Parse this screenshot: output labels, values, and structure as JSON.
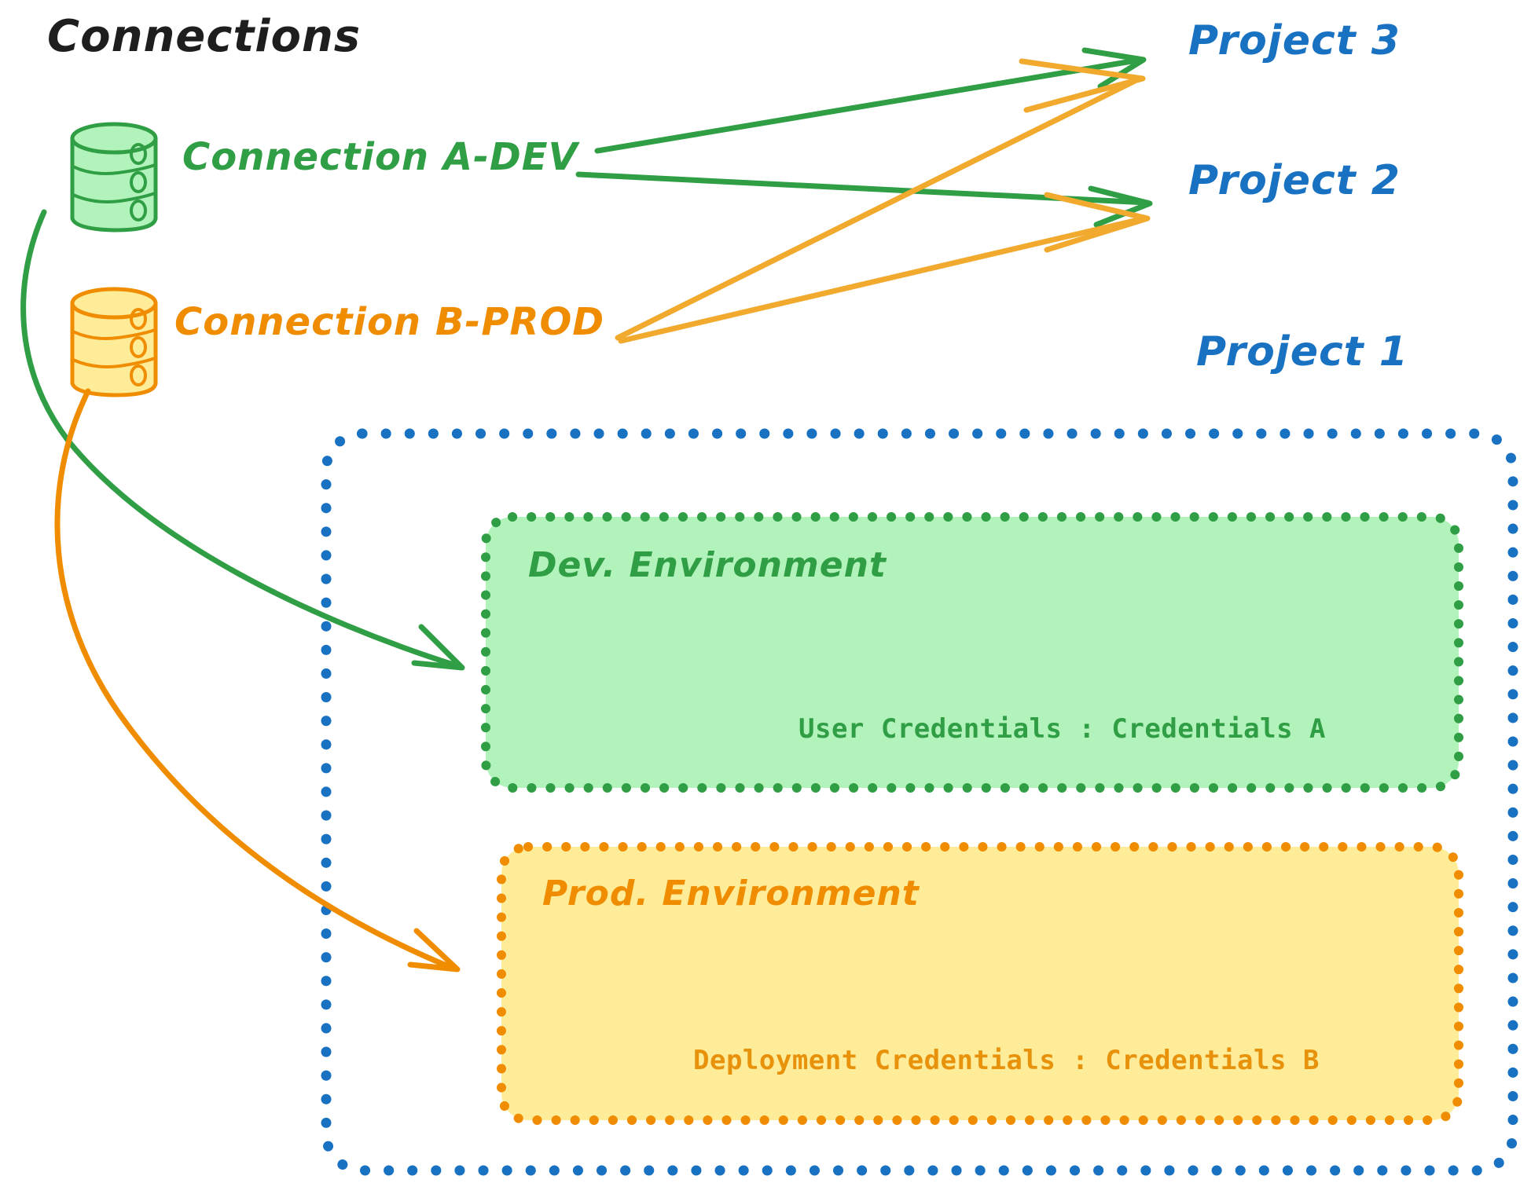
{
  "diagram": {
    "type": "connections-to-projects-diagram",
    "section_title": "Connections",
    "colors": {
      "green_stroke": "#2f9e44",
      "green_fill": "#b2f2bb",
      "orange_stroke": "#f08c00",
      "orange_fill": "#ffec99",
      "blue_stroke": "#1971c2",
      "title_black": "#1e1e1e",
      "canvas": "#ffffff"
    },
    "connections": [
      {
        "id": "a-dev",
        "label": "Connection A-DEV",
        "color": "#2f9e44",
        "icon": "database-cylinder-icon"
      },
      {
        "id": "b-prod",
        "label": "Connection B-PROD",
        "color": "#f08c00",
        "icon": "database-cylinder-icon"
      }
    ],
    "projects": [
      {
        "id": "project-3",
        "label": "Project 3",
        "color": "#1971c2"
      },
      {
        "id": "project-2",
        "label": "Project 2",
        "color": "#1971c2"
      },
      {
        "id": "project-1",
        "label": "Project 1",
        "color": "#1971c2"
      }
    ],
    "project_1_container": {
      "label": "Project 1",
      "border": "dotted",
      "border_color": "#1971c2",
      "environments": [
        {
          "id": "dev-environment",
          "title": "Dev. Environment",
          "credential_label": "User Credentials",
          "credential_separator": ":",
          "credential_value": "Credentials A",
          "credential_line": "User Credentials : Credentials A",
          "fill": "#b2f2bb",
          "border_color": "#2f9e44"
        },
        {
          "id": "prod-environment",
          "title": "Prod. Environment",
          "credential_label": "Deployment Credentials",
          "credential_separator": ":",
          "credential_value": "Credentials B",
          "credential_line": "Deployment Credentials : Credentials B",
          "fill": "#ffec99",
          "border_color": "#f08c00"
        }
      ]
    },
    "edges": [
      {
        "id": "a-dev-to-project-3",
        "from": "a-dev",
        "to": "project-3",
        "color": "#2f9e44",
        "style": "straight-arrow"
      },
      {
        "id": "a-dev-to-project-2",
        "from": "a-dev",
        "to": "project-2",
        "color": "#2f9e44",
        "style": "straight-arrow"
      },
      {
        "id": "a-dev-to-dev-environment",
        "from": "a-dev",
        "to": "dev-environment",
        "color": "#2f9e44",
        "style": "curved-arrow"
      },
      {
        "id": "b-prod-to-project-3",
        "from": "b-prod",
        "to": "project-3",
        "color": "#f1a92e",
        "style": "straight-arrow"
      },
      {
        "id": "b-prod-to-project-2",
        "from": "b-prod",
        "to": "project-2",
        "color": "#f1a92e",
        "style": "straight-arrow"
      },
      {
        "id": "b-prod-to-prod-environment",
        "from": "b-prod",
        "to": "prod-environment",
        "color": "#f08c00",
        "style": "curved-arrow"
      }
    ]
  }
}
